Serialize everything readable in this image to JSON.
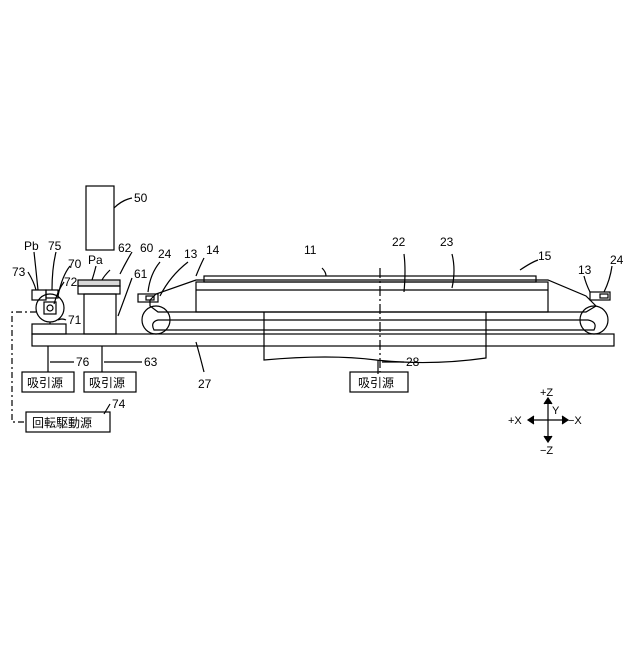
{
  "labels": {
    "n50": "50",
    "n11": "11",
    "n22": "22",
    "n23": "23",
    "n15": "15",
    "n14": "14",
    "n13a": "13",
    "n13b": "13",
    "n24a": "24",
    "n24b": "24",
    "n60": "60",
    "n61": "61",
    "n62": "62",
    "pa": "Pa",
    "pb": "Pb",
    "n75": "75",
    "n70": "70",
    "n73": "73",
    "n72": "72",
    "n71": "71",
    "n76": "76",
    "n63": "63",
    "n27": "27",
    "n28": "28",
    "n74": "74"
  },
  "boxes": {
    "suction_76": "吸引源",
    "suction_63": "吸引源",
    "suction_28": "吸引源",
    "rotation_drive": "回転駆動源"
  },
  "axes": {
    "plus_z": "+Z",
    "minus_z": "−Z",
    "plus_x": "+X",
    "minus_x": "−X",
    "y": "Y"
  }
}
